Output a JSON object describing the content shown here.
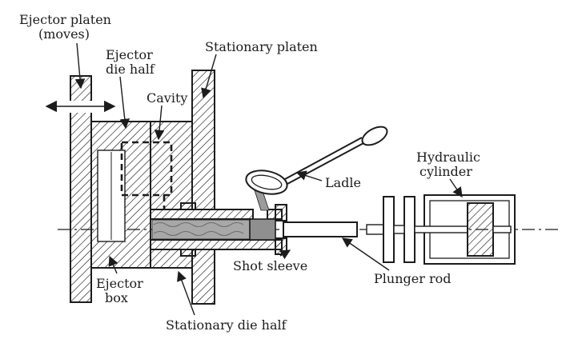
{
  "figure": {
    "labels": {
      "ejector_platen_line1": "Ejector platen",
      "ejector_platen_line2": "(moves)",
      "ejector_die_half_line1": "Ejector",
      "ejector_die_half_line2": "die half",
      "stationary_platen": "Stationary platen",
      "cavity": "Cavity",
      "ladle": "Ladle",
      "hydraulic_cylinder_line1": "Hydraulic",
      "hydraulic_cylinder_line2": "cylinder",
      "shot_sleeve": "Shot sleeve",
      "plunger_rod": "Plunger rod",
      "ejector_box_line1": "Ejector",
      "ejector_box_line2": "box",
      "stationary_die_half": "Stationary die half"
    },
    "colors": {
      "ink": "#1c1c1c",
      "paper": "#ffffff",
      "molten_metal": "#a8a8a8",
      "plunger_tip": "#8f8f8f",
      "pour_stream": "#9b9b9b"
    }
  }
}
